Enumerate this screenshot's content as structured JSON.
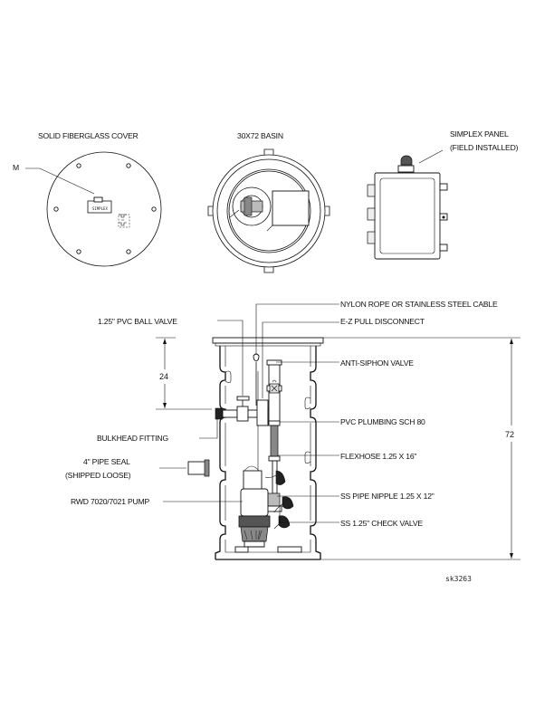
{
  "plan_views": {
    "cover_title": "SOLID FIBERGLASS COVER",
    "cover_edge_text": "M",
    "basin_title": "30X72 BASIN",
    "panel_title_line1": "SIMPLEX PANEL",
    "panel_title_line2": "(FIELD INSTALLED)"
  },
  "section_labels": {
    "rope": "NYLON ROPE OR STAINLESS STEEL CABLE",
    "disconnect": "E-Z PULL DISCONNECT",
    "ball_valve": "1.25\" PVC BALL VALVE",
    "anti_siphon": "ANTI-SIPHON VALVE",
    "pvc_plumbing": "PVC PLUMBING SCH 80",
    "bulkhead": "BULKHEAD FITTING",
    "flexhose": "FLEXHOSE 1.25 X 16\"",
    "pipe_seal_line1": "4\" PIPE SEAL",
    "pipe_seal_line2": "(SHIPPED LOOSE)",
    "nipple": "SS PIPE NIPPLE 1.25 X 12\"",
    "pump": "RWD 7020/7021 PUMP",
    "check_valve": "SS 1.25\" CHECK VALVE"
  },
  "dimensions": {
    "inlet_depth": "24",
    "basin_height": "72"
  },
  "drawing_number": "sk3263"
}
